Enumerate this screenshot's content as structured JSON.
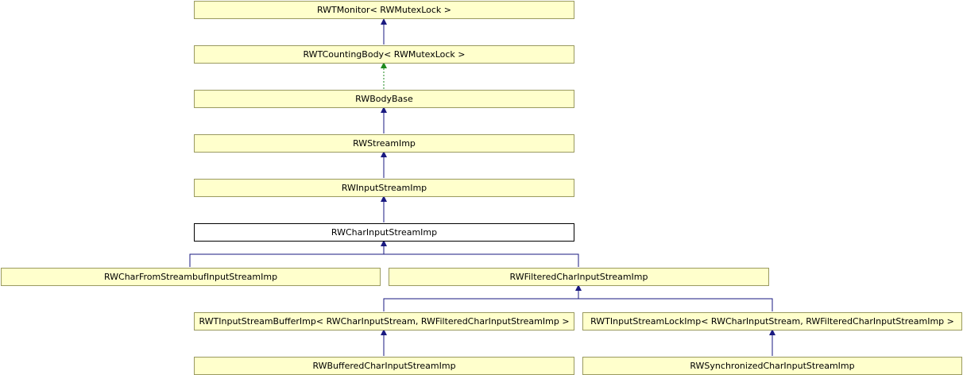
{
  "colors": {
    "inherit_arrow": "#1a1a80",
    "template_arrow": "#1f8a1f",
    "node_fill": "#ffffcc",
    "node_border": "#9a9a60",
    "current_fill": "#ffffff"
  },
  "nodes": {
    "monitor": "RWTMonitor< RWMutexLock >",
    "counting_body": "RWTCountingBody< RWMutexLock >",
    "body_base": "RWBodyBase",
    "stream_imp": "RWStreamImp",
    "input_stream_imp": "RWInputStreamImp",
    "char_input_stream_imp": "RWCharInputStreamImp",
    "char_from_streambuf": "RWCharFromStreambufInputStreamImp",
    "filtered_char": "RWFilteredCharInputStreamImp",
    "buffer_imp": "RWTInputStreamBufferImp< RWCharInputStream, RWFilteredCharInputStreamImp >",
    "lock_imp": "RWTInputStreamLockImp< RWCharInputStream, RWFilteredCharInputStreamImp >",
    "buffered_char": "RWBufferedCharInputStreamImp",
    "synchronized_char": "RWSynchronizedCharInputStreamImp"
  }
}
